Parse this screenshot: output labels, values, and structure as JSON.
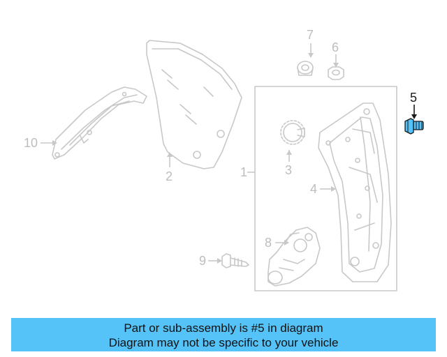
{
  "callouts": {
    "c1": "1",
    "c2": "2",
    "c3": "3",
    "c4": "4",
    "c5": "5",
    "c6": "6",
    "c7": "7",
    "c8": "8",
    "c9": "9",
    "c10": "10"
  },
  "highlight_color": "#55c3f8",
  "part_color": "#c8c8c8",
  "banner": {
    "line1": "Part or sub-assembly is #5 in diagram",
    "line2": "Diagram may not be specific to your vehicle"
  }
}
